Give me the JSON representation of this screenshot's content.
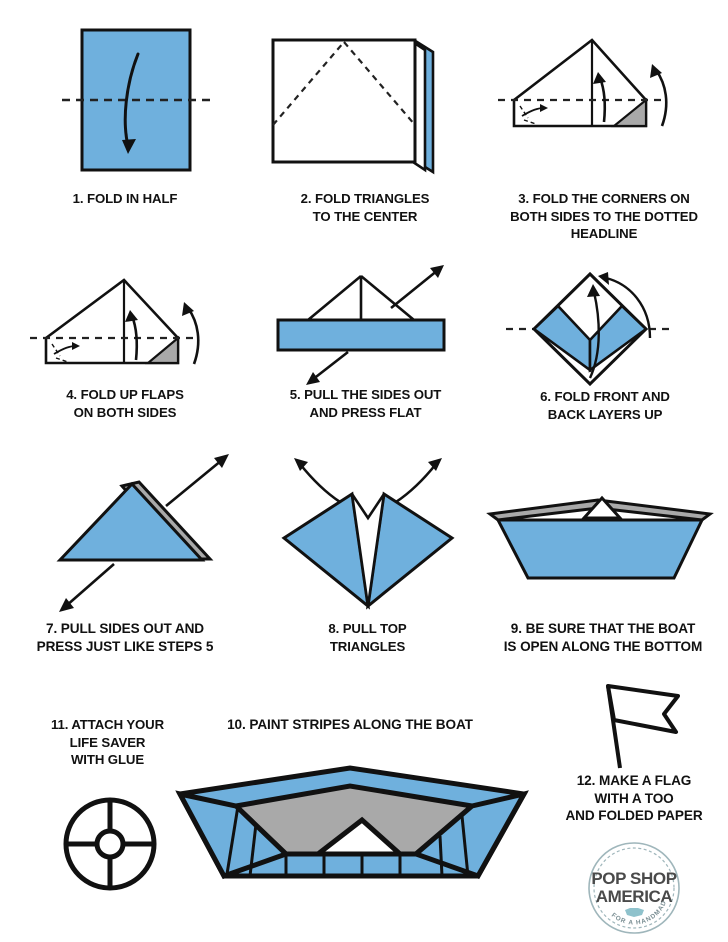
{
  "document": {
    "type": "origami-paper-boat-instructions",
    "background_color": "#ffffff",
    "paper_color": "#6fb0dd",
    "shadow_color": "#a9a9a9",
    "line_color": "#111111"
  },
  "steps": [
    {
      "number": "1.",
      "caption": "1. FOLD IN HALF",
      "figure": "rectangle-fold-in-half"
    },
    {
      "number": "2.",
      "caption": "2. FOLD TRIANGLES\nTO THE CENTER",
      "figure": "folded-rect-with-dashed-triangles"
    },
    {
      "number": "3.",
      "caption": "3. FOLD THE CORNERS ON\nBOTH SIDES TO THE DOTTED\nHEADLINE",
      "figure": "tent-with-corner-arrows"
    },
    {
      "number": "4.",
      "caption": "4. FOLD UP FLAPS\nON BOTH SIDES",
      "figure": "tent-with-flap-arrows"
    },
    {
      "number": "5.",
      "caption": "5. PULL THE SIDES OUT\nAND PRESS FLAT",
      "figure": "hat-with-blue-band"
    },
    {
      "number": "6.",
      "caption": "6. FOLD FRONT AND\nBACK LAYERS UP",
      "figure": "diamond-fold-layers-up"
    },
    {
      "number": "7.",
      "caption": "7. PULL SIDES OUT AND\nPRESS JUST LIKE STEPS 5",
      "figure": "blue-triangle-with-gray-layer"
    },
    {
      "number": "8.",
      "caption": "8. PULL TOP\nTRIANGLES",
      "figure": "split-diamond-pull-arrows"
    },
    {
      "number": "9.",
      "caption": "9. BE SURE THAT THE BOAT\nIS OPEN ALONG THE BOTTOM",
      "figure": "finished-boat-front"
    },
    {
      "number": "10.",
      "caption": "10. PAINT STRIPES ALONG THE BOAT",
      "figure": "boat-perspective-with-stripes"
    },
    {
      "number": "11.",
      "caption": "11. ATTACH YOUR\nLIFE SAVER\nWITH GLUE",
      "figure": "life-ring"
    },
    {
      "number": "12.",
      "caption": "12. MAKE A FLAG\nWITH A TOO\nAND FOLDED PAPER",
      "figure": "flag-on-pole"
    }
  ],
  "logo": {
    "line1": "POP SHOP",
    "line2": "AMERICA",
    "tagline": "FOR A HANDMADE LIFE",
    "mark": "usa-map-icon"
  }
}
